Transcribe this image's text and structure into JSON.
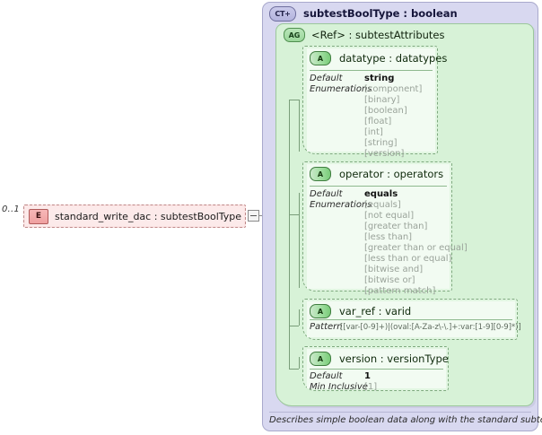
{
  "element": {
    "occurrence": "0..1",
    "icon": "element-icon",
    "icon_label": "E",
    "label": "standard_write_dac : subtestBoolType"
  },
  "complex_type": {
    "icon_label": "CT+",
    "title": "subtestBoolType : boolean",
    "annotation": "Describes simple boolean data along with the standard subtest attributes."
  },
  "attribute_group": {
    "icon_label": "AG",
    "title": "<Ref>      : subtestAttributes"
  },
  "attributes": [
    {
      "icon_label": "A",
      "name": "datatype : datatypes",
      "facets": [
        {
          "label": "Default",
          "value": "string",
          "kind": "default"
        },
        {
          "label": "Enumerations",
          "value": "[component]",
          "kind": "enum"
        }
      ],
      "enumerations": [
        "[component]",
        "[binary]",
        "[boolean]",
        "[float]",
        "[int]",
        "[string]",
        "[version]"
      ],
      "default": "string"
    },
    {
      "icon_label": "A",
      "name": "operator : operators",
      "default": "equals",
      "enumerations": [
        "[equals]",
        "[not equal]",
        "[greater than]",
        "[less than]",
        "[greater than or equal]",
        "[less than or equal]",
        "[bitwise and]",
        "[bitwise or]",
        "[pattern match]"
      ]
    },
    {
      "icon_label": "A",
      "name": "var_ref   : varid",
      "pattern_label": "Pattern",
      "pattern": "[[var-[0-9]+)|(oval:[A-Za-z\\-\\.]+:var:[1-9][0-9]*)]"
    },
    {
      "icon_label": "A",
      "name": "version   : versionType",
      "default_label": "Default",
      "default_value": "1",
      "min_inclusive_label": "Min Inclusive",
      "min_inclusive_value": "[1]"
    }
  ],
  "labels": {
    "default": "Default",
    "enumerations": "Enumerations"
  },
  "colors": {
    "ct_background": "#d8d8f0",
    "ag_background": "#d7f2d7",
    "attr_background": "#f2fbf2",
    "element_background": "#fceaea",
    "element_border": "#c08a8a",
    "enum_text": "#9aa39a"
  }
}
